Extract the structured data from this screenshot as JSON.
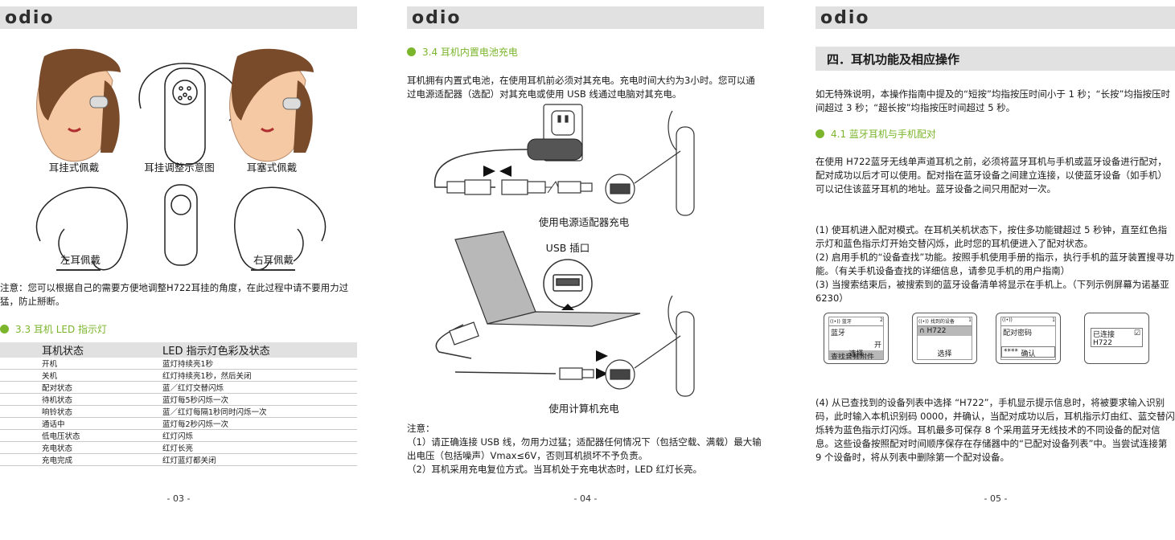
{
  "brand": "odio",
  "page1": {
    "fig_captions": [
      "耳挂式佩戴",
      "耳挂调整示意图",
      "耳塞式佩戴"
    ],
    "left_wear": "左耳佩戴",
    "right_wear": "右耳佩戴",
    "note": "注意：您可以根据自己的需要方便地调整H722耳挂的角度，在此过程中请不要用力过猛，防止掰断。",
    "section_title": "3.3 耳机 LED 指示灯",
    "table_headers": [
      "耳机状态",
      "LED 指示灯色彩及状态"
    ],
    "table_rows": [
      [
        "开机",
        "蓝灯持续亮1秒"
      ],
      [
        "关机",
        "红灯持续亮1秒，然后关闭"
      ],
      [
        "配对状态",
        "蓝／红灯交替闪烁"
      ],
      [
        "待机状态",
        "蓝灯每5秒闪烁一次"
      ],
      [
        "响铃状态",
        "蓝／红灯每隔1秒同时闪烁一次"
      ],
      [
        "通话中",
        "蓝灯每2秒闪烁一次"
      ],
      [
        "低电压状态",
        "红灯闪烁"
      ],
      [
        "充电状态",
        "红灯长亮"
      ],
      [
        "充电完成",
        "红灯蓝灯都关闭"
      ]
    ],
    "page_number": "- 03 -"
  },
  "page2": {
    "section_title": "3.4 耳机内置电池充电",
    "intro": "耳机拥有内置式电池，在使用耳机前必须对其充电。充电时间大约为3小时。您可以通过电源适配器（选配）对其充电或使用 USB 线通过电脑对其充电。",
    "caption1": "使用电源适配器充电",
    "usb_port_label": "USB 插口",
    "caption2": "使用计算机充电",
    "note_title": "注意：",
    "note1": "（1）请正确连接 USB 线，勿用力过猛；适配器任何情况下（包括空载、满载）最大输出电压（包括噪声）Vmax≤6V，否则耳机损坏不予负责。",
    "note2": "（2）耳机采用充电复位方式。当耳机处于充电状态时，LED 红灯长亮。",
    "page_number": "- 04 -"
  },
  "page3": {
    "chapter_title": "四．耳机功能及相应操作",
    "intro": "如无特殊说明，本操作指南中提及的“短按”均指按压时间小于 1 秒；“长按”均指按压时间超过 3 秒；“超长按”均指按压时间超过 5 秒。",
    "section_title": "4.1 蓝牙耳机与手机配对",
    "para1": "在使用 H722蓝牙无线单声道耳机之前，必须将蓝牙耳机与手机或蓝牙设备进行配对，配对成功以后才可以使用。配对指在蓝牙设备之间建立连接，以使蓝牙设备（如手机）可以记住该蓝牙耳机的地址。蓝牙设备之间只用配对一次。",
    "step1": "(1) 使耳机进入配对模式。在耳机关机状态下，按住多功能键超过 5 秒钟，直至红色指示灯和蓝色指示灯开始交替闪烁，此时您的耳机便进入了配对状态。",
    "step2": "(2) 启用手机的“设备查找”功能。按照手机使用手册的指示，执行手机的蓝牙装置搜寻功能。（有关手机设备查找的详细信息，请参见手机的用户指南）",
    "step3": "(3) 当搜索结束后，被搜索到的蓝牙设备清单将显示在手机上。（下列示例屏幕为诺基亚 6230）",
    "screens": [
      {
        "bar": "蓝牙",
        "num": "2",
        "line1": "蓝牙",
        "line2": "开",
        "line3": "查找音频附件",
        "soft": "选择"
      },
      {
        "bar": "找到的设备",
        "num": "1",
        "line1": "H722",
        "soft": "选择"
      },
      {
        "bar": "",
        "num": "1",
        "line1": "配对密码",
        "line2": "****",
        "soft": "确认"
      },
      {
        "line1": "已连接",
        "line2": "H722"
      }
    ],
    "step4": "(4) 从已查找到的设备列表中选择 “H722”，手机显示提示信息时，将被要求输入识别码，此时输入本机识别码 0000，并确认，当配对成功以后，耳机指示灯由红、蓝交替闪烁转为蓝色指示灯闪烁。耳机最多可保存 8 个采用蓝牙无线技术的不同设备的配对信息。这些设备按照配对时间顺序保存在存储器中的“已配对设备列表”中。当尝试连接第 9 个设备时，将从列表中删除第一个配对设备。",
    "page_number": "- 05 -"
  }
}
